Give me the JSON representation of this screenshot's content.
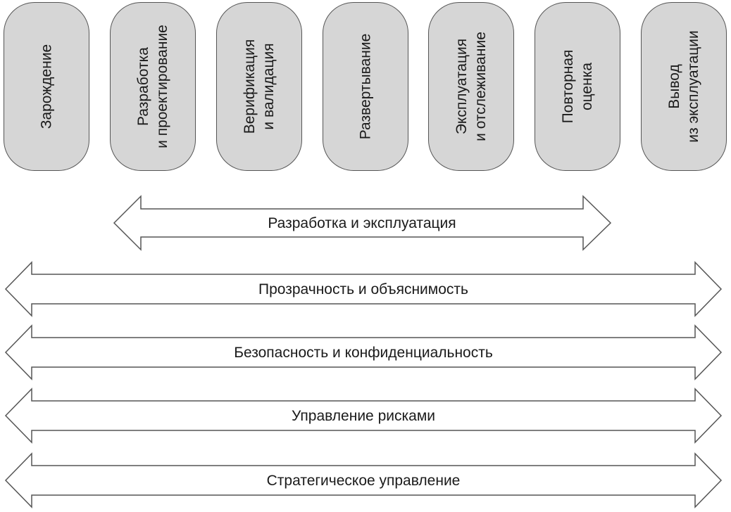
{
  "stages": [
    "Зарождение",
    "Разработка\nи проектирование",
    "Верификация\nи валидация",
    "Развертывание",
    "Эксплуатация\nи отслеживание",
    "Повторная\nоценка",
    "Вывод\nиз эксплуатации"
  ],
  "arrows": [
    "Разработка и эксплуатация",
    "Прозрачность и объяснимость",
    "Безопасность и конфиденциальность",
    "Управление рисками",
    "Стратегическое управление"
  ]
}
